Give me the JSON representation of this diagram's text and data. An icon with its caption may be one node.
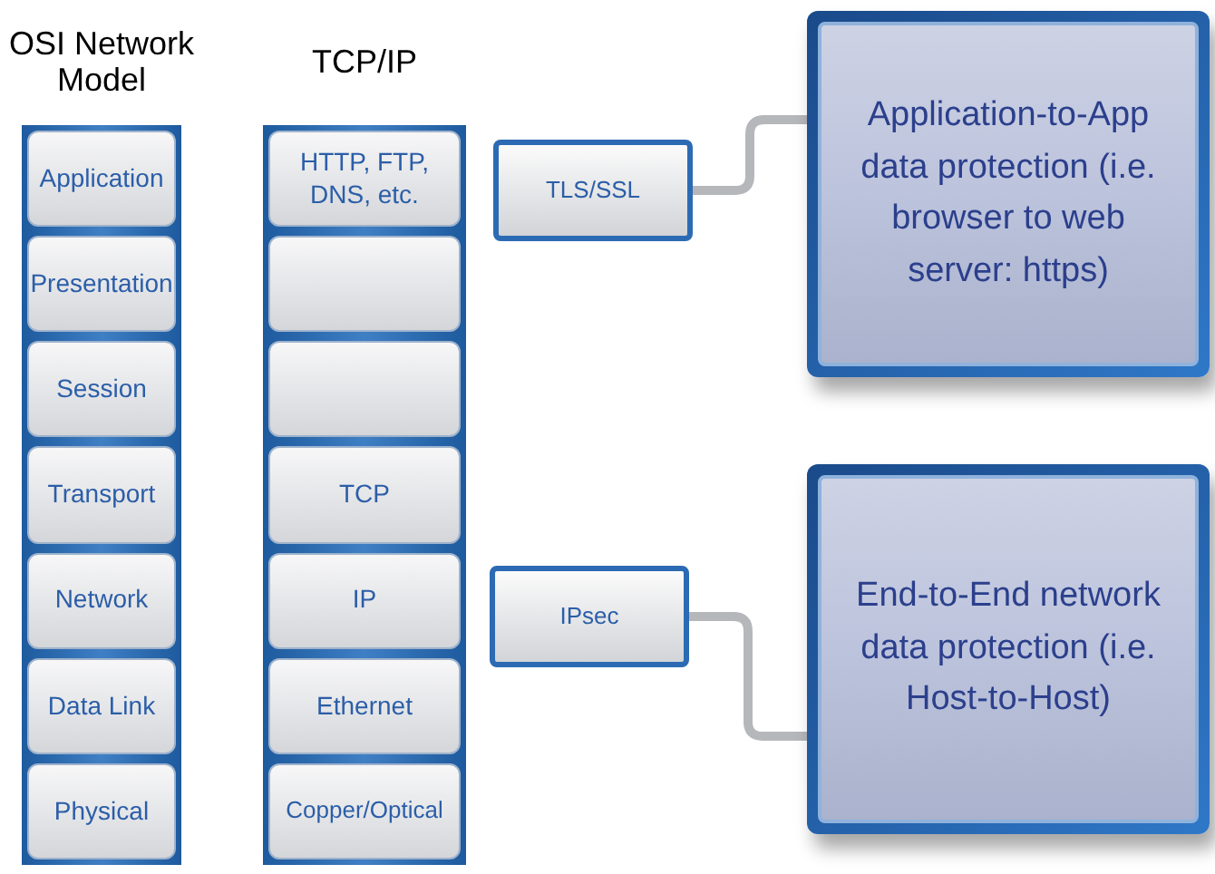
{
  "diagram": {
    "nodes": [
      {
        "text": [
          "OSI Network Model"
        ]
      },
      {
        "text": [
          "Application"
        ],
        "in": 0
      },
      {
        "text": [
          "Presentation"
        ],
        "in": 0
      },
      {
        "text": [
          "Session"
        ],
        "in": 0
      },
      {
        "text": [
          "Transport"
        ],
        "in": 0
      },
      {
        "text": [
          "Network"
        ],
        "in": 0
      },
      {
        "text": [
          "Data Link"
        ],
        "in": 0
      },
      {
        "text": [
          "Physical"
        ],
        "in": 0
      },
      {
        "text": [
          "TCP/IP"
        ]
      },
      {
        "text": [
          "HTTP, FTP, DNS, etc."
        ],
        "in": 8
      },
      {
        "text": [],
        "shape": "box",
        "in": 8
      },
      {
        "text": [],
        "shape": "box",
        "in": 8
      },
      {
        "text": [
          "TCP"
        ],
        "in": 8
      },
      {
        "text": [
          "IP"
        ],
        "in": 8
      },
      {
        "text": [
          "Ethernet"
        ],
        "in": 8
      },
      {
        "text": [
          "Copper/Optical"
        ],
        "in": 8
      },
      {
        "text": [
          "TLS/SSL"
        ]
      },
      {
        "text": [
          "Application-to-App data protection (i.e. browser to web server: https)"
        ]
      },
      {
        "text": [
          "IPsec"
        ]
      },
      {
        "text": [
          "End-to-End network data protection (i.e. Host-to-Host)"
        ]
      }
    ],
    "edges": [
      {
        "from": 16,
        "to": 17,
        "arrow": "none"
      },
      {
        "from": 18,
        "to": 19,
        "arrow": "none"
      }
    ]
  }
}
